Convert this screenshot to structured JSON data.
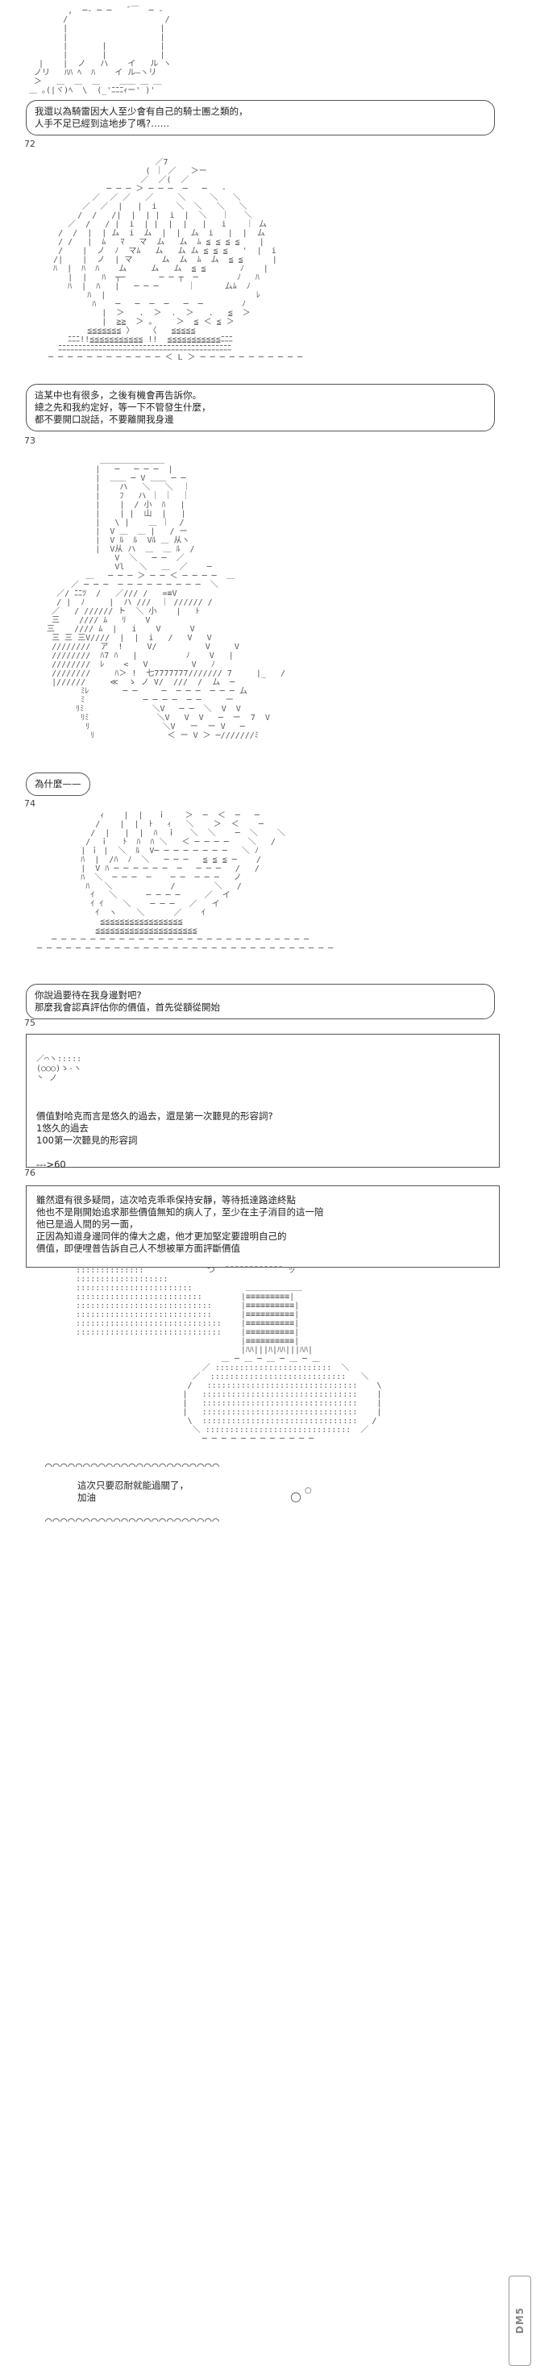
{
  "panels": [
    {
      "number": "72",
      "text": "我還以為騎雷因大人至少會有自己的騎士團之類的，\n人手不足已經到這地步了嗎?……"
    },
    {
      "number": "73",
      "text": "這某中也有很多，之後有機會再告訴你。\n總之先和我約定好，等一下不管發生什麼，\n都不要開口說話，不要離開我身邊"
    },
    {
      "number": "74",
      "text": "為什麼——"
    },
    {
      "number": "75",
      "text": "你說過要待在我身邊對吧?\n那麼我會認真評估你的價值，首先從額從開始"
    },
    {
      "number": "76",
      "face": "／⌒ヽ:::::\n(○○○)ゝ-ヽ\n丶  ノ",
      "text": "價值對哈克而言是悠久的過去，還是第一次聽見的形容詞?\n1悠久的過去\n100第一次聽見的形容詞\n\n--->60"
    },
    {
      "number": "",
      "text": "雖然還有很多疑問，這次哈克乖乖保持安靜，等待抵達路途終點\n他也不是剛開始追求那些價值無知的病人了，至少在主子消目的這一陪\n他已是過人間的另一面，\n正因為知道身邊同伴的偉大之處，他才更加堅定要證明自己的\n價值，即便哩普告訴自己人不想被單方面評斷價值"
    },
    {
      "number": "",
      "text": "這次只要忍耐就能過關了，\n加油"
    }
  ],
  "watermark": "DM5"
}
